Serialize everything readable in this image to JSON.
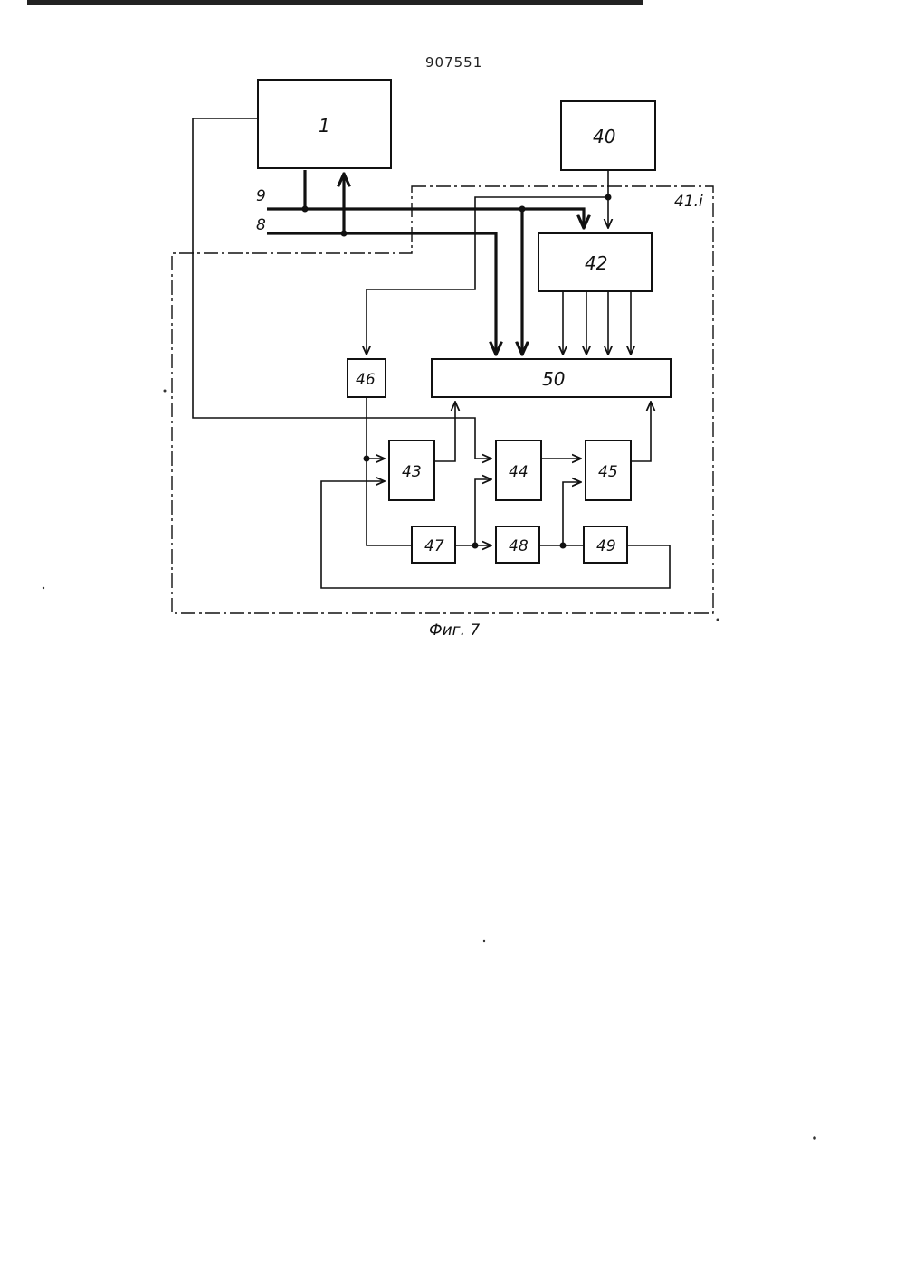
{
  "document": {
    "number": "907551",
    "figure_caption": "Фиг. 7"
  },
  "blocks": {
    "b1": "1",
    "b40": "40",
    "b42": "42",
    "b46": "46",
    "b50": "50",
    "b43": "43",
    "b44": "44",
    "b45": "45",
    "b47": "47",
    "b48": "48",
    "b49": "49"
  },
  "labels": {
    "bus9": "9",
    "bus8": "8",
    "group": "41.i"
  }
}
